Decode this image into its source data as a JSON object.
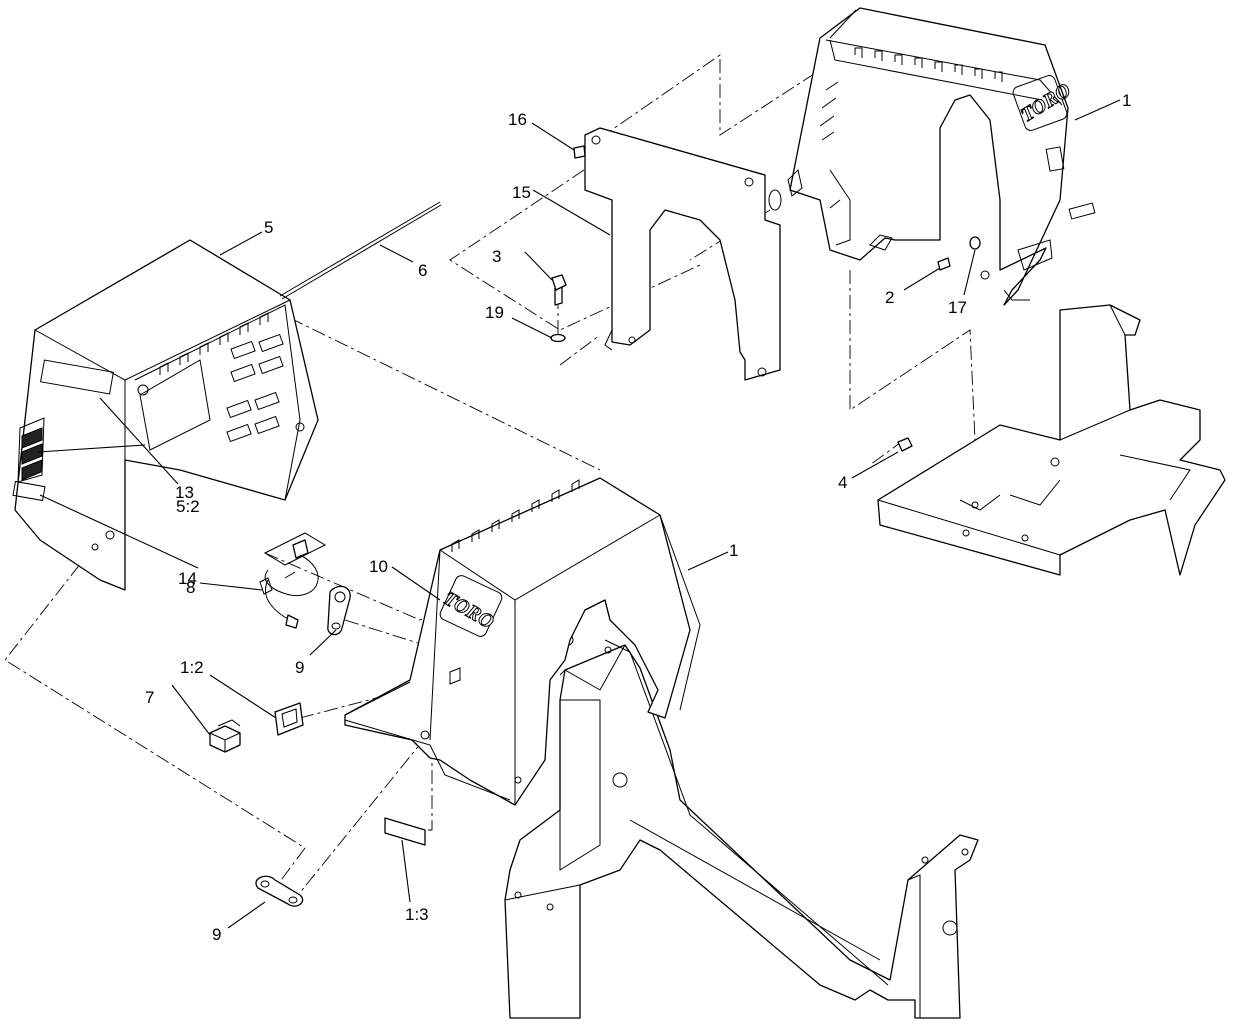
{
  "callouts": [
    {
      "id": "c1a",
      "text": "1"
    },
    {
      "id": "c1b",
      "text": "1"
    },
    {
      "id": "c2",
      "text": "2"
    },
    {
      "id": "c3",
      "text": "3"
    },
    {
      "id": "c4",
      "text": "4"
    },
    {
      "id": "c5",
      "text": "5"
    },
    {
      "id": "c52",
      "text": "5:2"
    },
    {
      "id": "c6",
      "text": "6"
    },
    {
      "id": "c7",
      "text": "7"
    },
    {
      "id": "c8",
      "text": "8"
    },
    {
      "id": "c9a",
      "text": "9"
    },
    {
      "id": "c9b",
      "text": "9"
    },
    {
      "id": "c10",
      "text": "10"
    },
    {
      "id": "c12",
      "text": "1:2"
    },
    {
      "id": "c13",
      "text": "1:3"
    },
    {
      "id": "c13b",
      "text": "13"
    },
    {
      "id": "c14",
      "text": "14"
    },
    {
      "id": "c15",
      "text": "15"
    },
    {
      "id": "c16",
      "text": "16"
    },
    {
      "id": "c17",
      "text": "17"
    },
    {
      "id": "c19",
      "text": "19"
    }
  ],
  "logo_text": "TORO"
}
